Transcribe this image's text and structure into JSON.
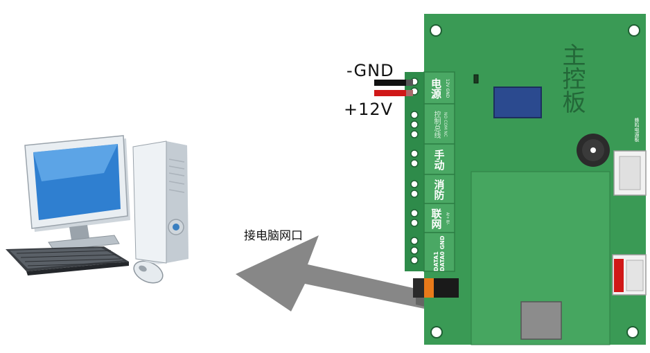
{
  "labels": {
    "gnd": "-GND",
    "v12": "+12V",
    "connect_pc": "接电脑网口",
    "board_title": "主控板",
    "tiny_side": "蜂鸣电源板"
  },
  "terminals": [
    {
      "main": "电源",
      "sub": "12V GND"
    },
    {
      "main": "控制总线",
      "sub": "NO COM NC"
    },
    {
      "main": "手动",
      "sub": ""
    },
    {
      "main": "消防",
      "sub": ""
    },
    {
      "main": "联网",
      "sub": "A/+ B/-"
    },
    {
      "main": "",
      "sub": "DATA1 DATA0 GND"
    }
  ],
  "colors": {
    "board": "#3a9a55",
    "board_dark": "#2d7f45",
    "terminal": "#4aa864",
    "relay": "#2b4a8f",
    "wire_black": "#111111",
    "wire_red": "#d01818",
    "arrow": "#7a7a7a",
    "orange": "#e87a1a"
  }
}
